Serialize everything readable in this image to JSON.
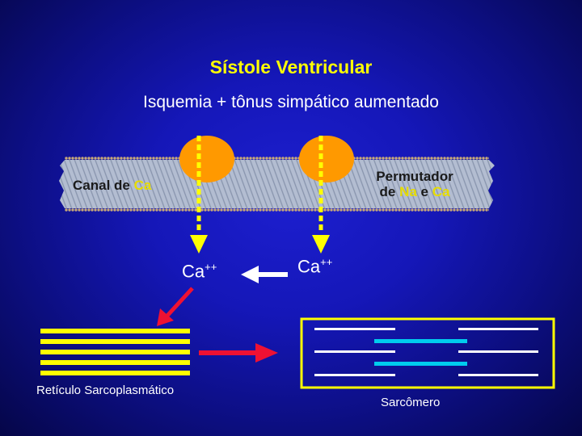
{
  "slide": {
    "title": "Sístole Ventricular",
    "subtitle": "Isquemia + tônus simpático aumentado"
  },
  "membrane": {
    "left_channel": {
      "prefix": "Canal de ",
      "ion": "Ca"
    },
    "right_exchanger": {
      "line1": "Permutador",
      "line2_prefix": "de ",
      "ion1": "Na",
      "connector": " e ",
      "ion2": "Ca"
    }
  },
  "ions": {
    "left": {
      "symbol": "Ca",
      "charge": "++"
    },
    "right": {
      "symbol": "Ca",
      "charge": "++"
    }
  },
  "labels": {
    "reticulum": "Retículo Sarcoplasmático",
    "sarcomere": "Sarcômero"
  },
  "colors": {
    "background": "#1517b8",
    "title": "#ffff00",
    "membrane": "#a9b4c9",
    "channel_protein": "#ff9900",
    "dashed_path": "#ffff00",
    "red_arrow": "#ee1133",
    "reticulum": "#ffff00",
    "thin_filament": "#ffffff",
    "thick_filament": "#00ccee"
  }
}
